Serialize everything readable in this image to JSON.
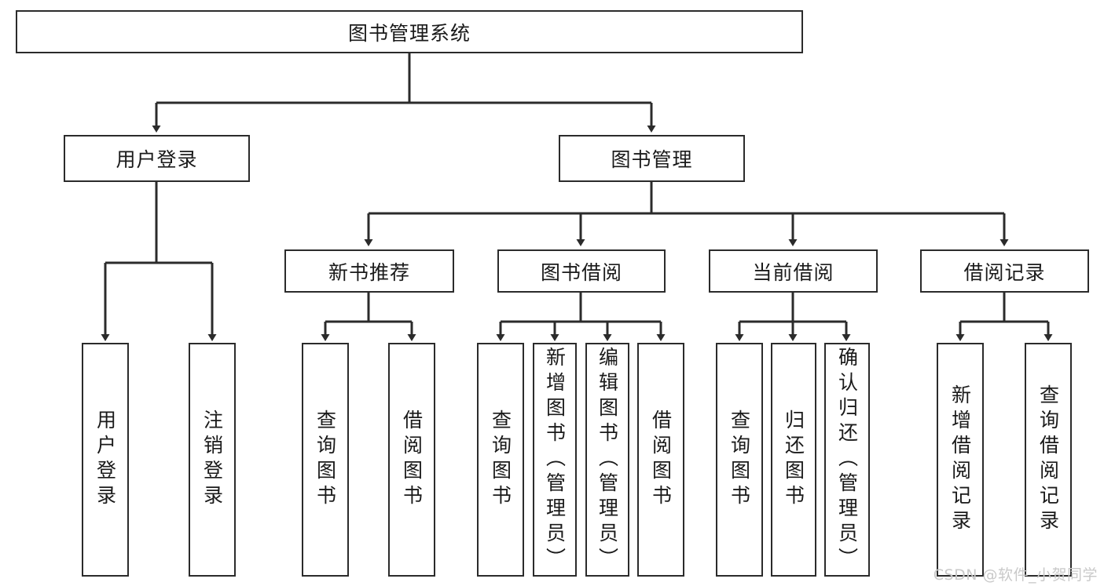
{
  "diagram": {
    "title": "图书管理系统",
    "watermark": "CSDN @软件_小贺同学",
    "stroke_color": "#2b2b2b",
    "background_color": "#ffffff",
    "text_color": "#1a1a1a",
    "watermark_color": "#c9c9c9",
    "nodes": [
      {
        "id": "root",
        "label": "图书管理系统",
        "orientation": "horizontal",
        "level": 0
      },
      {
        "id": "user-login",
        "label": "用户登录",
        "orientation": "horizontal",
        "level": 1
      },
      {
        "id": "book-manage",
        "label": "图书管理",
        "orientation": "horizontal",
        "level": 1
      },
      {
        "id": "new-book-rec",
        "label": "新书推荐",
        "orientation": "horizontal",
        "level": 2
      },
      {
        "id": "book-borrow",
        "label": "图书借阅",
        "orientation": "horizontal",
        "level": 2
      },
      {
        "id": "current-borrow",
        "label": "当前借阅",
        "orientation": "horizontal",
        "level": 2
      },
      {
        "id": "borrow-record",
        "label": "借阅记录",
        "orientation": "horizontal",
        "level": 2
      },
      {
        "id": "leaf-user-login",
        "label": "用户登录",
        "orientation": "vertical",
        "level": 3
      },
      {
        "id": "leaf-logout",
        "label": "注销登录",
        "orientation": "vertical",
        "level": 3
      },
      {
        "id": "leaf-query-book-1",
        "label": "查询图书",
        "orientation": "vertical",
        "level": 3
      },
      {
        "id": "leaf-borrow-book-1",
        "label": "借阅图书",
        "orientation": "vertical",
        "level": 3
      },
      {
        "id": "leaf-query-book-2",
        "label": "查询图书",
        "orientation": "vertical",
        "level": 3
      },
      {
        "id": "leaf-add-book",
        "label": "新增图书（管理员）",
        "orientation": "vertical",
        "level": 3
      },
      {
        "id": "leaf-edit-book",
        "label": "编辑图书（管理员）",
        "orientation": "vertical",
        "level": 3
      },
      {
        "id": "leaf-borrow-book-2",
        "label": "借阅图书",
        "orientation": "vertical",
        "level": 3
      },
      {
        "id": "leaf-query-book-3",
        "label": "查询图书",
        "orientation": "vertical",
        "level": 3
      },
      {
        "id": "leaf-return-book",
        "label": "归还图书",
        "orientation": "vertical",
        "level": 3
      },
      {
        "id": "leaf-confirm-return",
        "label": "确认归还（管理员）",
        "orientation": "vertical",
        "level": 3
      },
      {
        "id": "leaf-add-record",
        "label": "新增借阅记录",
        "orientation": "vertical",
        "level": 3
      },
      {
        "id": "leaf-query-record",
        "label": "查询借阅记录",
        "orientation": "vertical",
        "level": 3
      }
    ],
    "edges": [
      {
        "from": "root",
        "to": "user-login"
      },
      {
        "from": "root",
        "to": "book-manage"
      },
      {
        "from": "book-manage",
        "to": "new-book-rec"
      },
      {
        "from": "book-manage",
        "to": "book-borrow"
      },
      {
        "from": "book-manage",
        "to": "current-borrow"
      },
      {
        "from": "book-manage",
        "to": "borrow-record"
      },
      {
        "from": "user-login",
        "to": "leaf-user-login"
      },
      {
        "from": "user-login",
        "to": "leaf-logout"
      },
      {
        "from": "new-book-rec",
        "to": "leaf-query-book-1"
      },
      {
        "from": "new-book-rec",
        "to": "leaf-borrow-book-1"
      },
      {
        "from": "book-borrow",
        "to": "leaf-query-book-2"
      },
      {
        "from": "book-borrow",
        "to": "leaf-add-book"
      },
      {
        "from": "book-borrow",
        "to": "leaf-edit-book"
      },
      {
        "from": "book-borrow",
        "to": "leaf-borrow-book-2"
      },
      {
        "from": "current-borrow",
        "to": "leaf-query-book-3"
      },
      {
        "from": "current-borrow",
        "to": "leaf-return-book"
      },
      {
        "from": "current-borrow",
        "to": "leaf-confirm-return"
      },
      {
        "from": "borrow-record",
        "to": "leaf-add-record"
      },
      {
        "from": "borrow-record",
        "to": "leaf-query-record"
      }
    ]
  }
}
